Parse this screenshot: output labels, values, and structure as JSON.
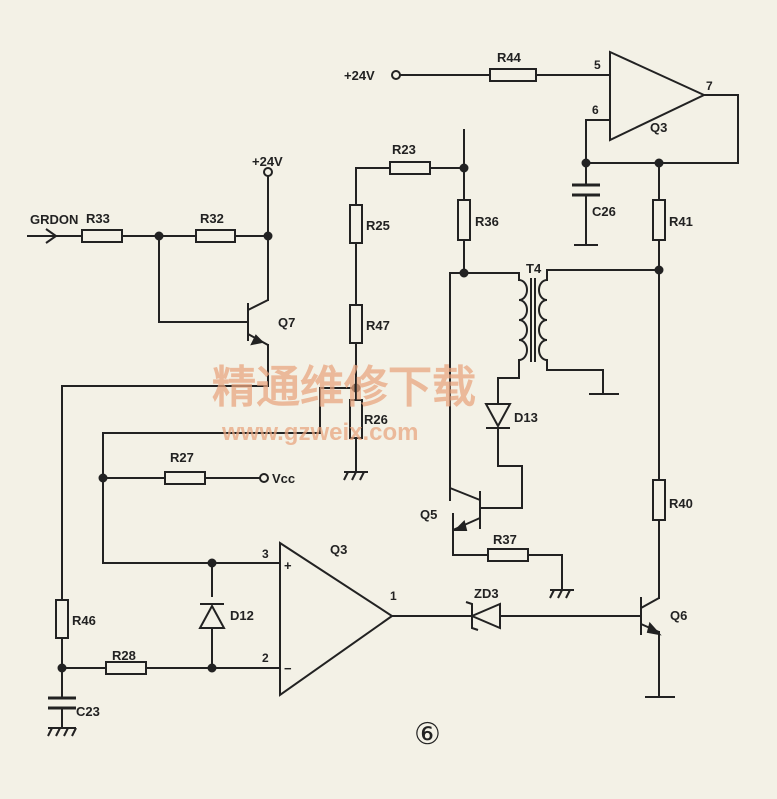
{
  "labels": {
    "grdon": "GRDON",
    "v24_top": "+24V",
    "v24_left": "+24V",
    "vcc": "Vcc",
    "r44": "R44",
    "r23": "R23",
    "r25": "R25",
    "r47": "R47",
    "r26": "R26",
    "r36": "R36",
    "r41": "R41",
    "r33": "R33",
    "r32": "R32",
    "r27": "R27",
    "r46": "R46",
    "r28": "R28",
    "r37": "R37",
    "r40": "R40",
    "c26": "C26",
    "c23": "C23",
    "q3_top": "Q3",
    "q3_bottom": "Q3",
    "q7": "Q7",
    "q5": "Q5",
    "q6": "Q6",
    "t4": "T4",
    "d13": "D13",
    "d12": "D12",
    "zd3": "ZD3",
    "pin5": "5",
    "pin6": "6",
    "pin7": "7",
    "pin3": "3",
    "pin2": "2",
    "pin1": "1",
    "plus": "+",
    "minus": "−",
    "figure_number": "⑥"
  },
  "watermark": {
    "chinese": "精通维修下载",
    "url": "www.gzweix.com"
  },
  "colors": {
    "background": "#f3f1e6",
    "ink": "#222222",
    "watermark": "#e8a680"
  }
}
